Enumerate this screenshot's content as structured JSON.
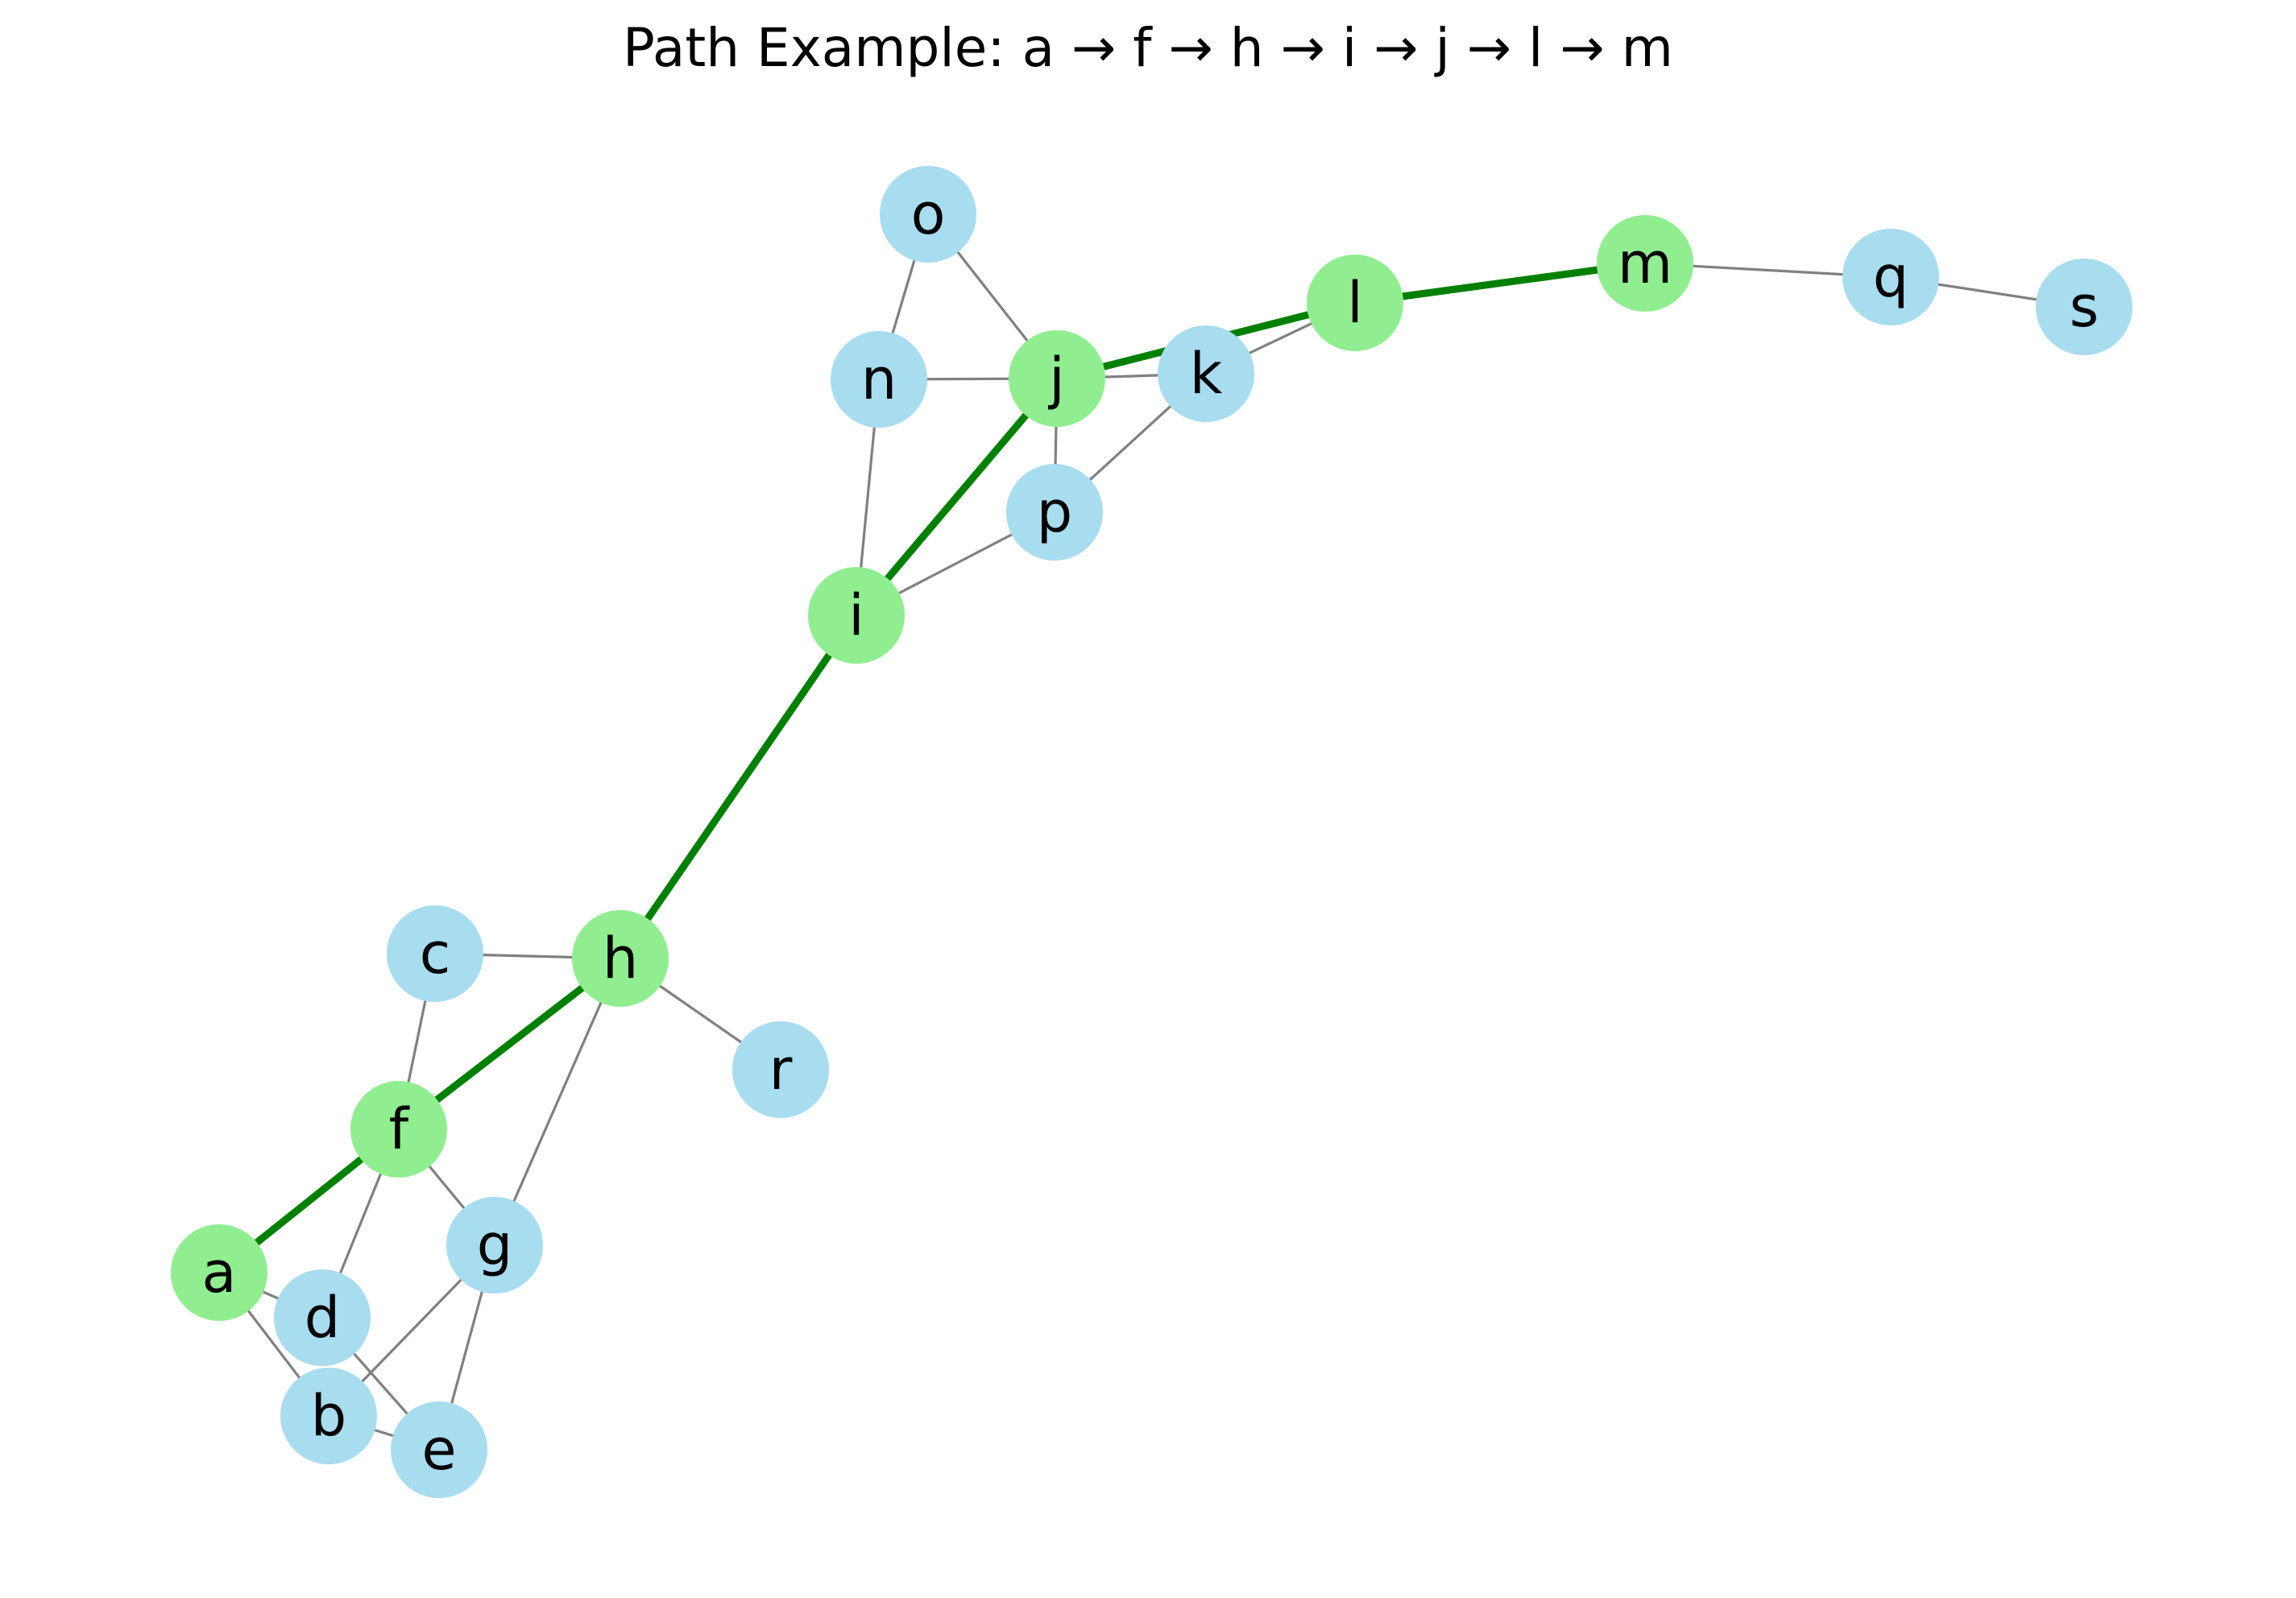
{
  "title": "Path Example: a → f → h → i → j → l → m",
  "colors": {
    "node_default": "#a8dcef",
    "node_path": "#90ee90",
    "edge_default": "#808080",
    "edge_path": "#008000",
    "label": "#000000",
    "background": "#ffffff"
  },
  "path": [
    "a",
    "f",
    "h",
    "i",
    "j",
    "l",
    "m"
  ],
  "nodes": [
    {
      "id": "a",
      "label": "a"
    },
    {
      "id": "b",
      "label": "b"
    },
    {
      "id": "c",
      "label": "c"
    },
    {
      "id": "d",
      "label": "d"
    },
    {
      "id": "e",
      "label": "e"
    },
    {
      "id": "f",
      "label": "f"
    },
    {
      "id": "g",
      "label": "g"
    },
    {
      "id": "h",
      "label": "h"
    },
    {
      "id": "i",
      "label": "i"
    },
    {
      "id": "j",
      "label": "j"
    },
    {
      "id": "k",
      "label": "k"
    },
    {
      "id": "l",
      "label": "l"
    },
    {
      "id": "m",
      "label": "m"
    },
    {
      "id": "n",
      "label": "n"
    },
    {
      "id": "o",
      "label": "o"
    },
    {
      "id": "p",
      "label": "p"
    },
    {
      "id": "q",
      "label": "q"
    },
    {
      "id": "r",
      "label": "r"
    },
    {
      "id": "s",
      "label": "s"
    }
  ],
  "edges": [
    [
      "a",
      "d"
    ],
    [
      "a",
      "b"
    ],
    [
      "a",
      "f"
    ],
    [
      "b",
      "e"
    ],
    [
      "b",
      "g"
    ],
    [
      "d",
      "e"
    ],
    [
      "d",
      "f"
    ],
    [
      "e",
      "g"
    ],
    [
      "c",
      "f"
    ],
    [
      "c",
      "h"
    ],
    [
      "f",
      "g"
    ],
    [
      "f",
      "h"
    ],
    [
      "g",
      "h"
    ],
    [
      "h",
      "r"
    ],
    [
      "h",
      "i"
    ],
    [
      "i",
      "n"
    ],
    [
      "i",
      "p"
    ],
    [
      "i",
      "j"
    ],
    [
      "n",
      "o"
    ],
    [
      "n",
      "j"
    ],
    [
      "o",
      "j"
    ],
    [
      "j",
      "p"
    ],
    [
      "j",
      "k"
    ],
    [
      "j",
      "l"
    ],
    [
      "p",
      "k"
    ],
    [
      "k",
      "l"
    ],
    [
      "l",
      "m"
    ],
    [
      "m",
      "q"
    ],
    [
      "q",
      "s"
    ]
  ]
}
